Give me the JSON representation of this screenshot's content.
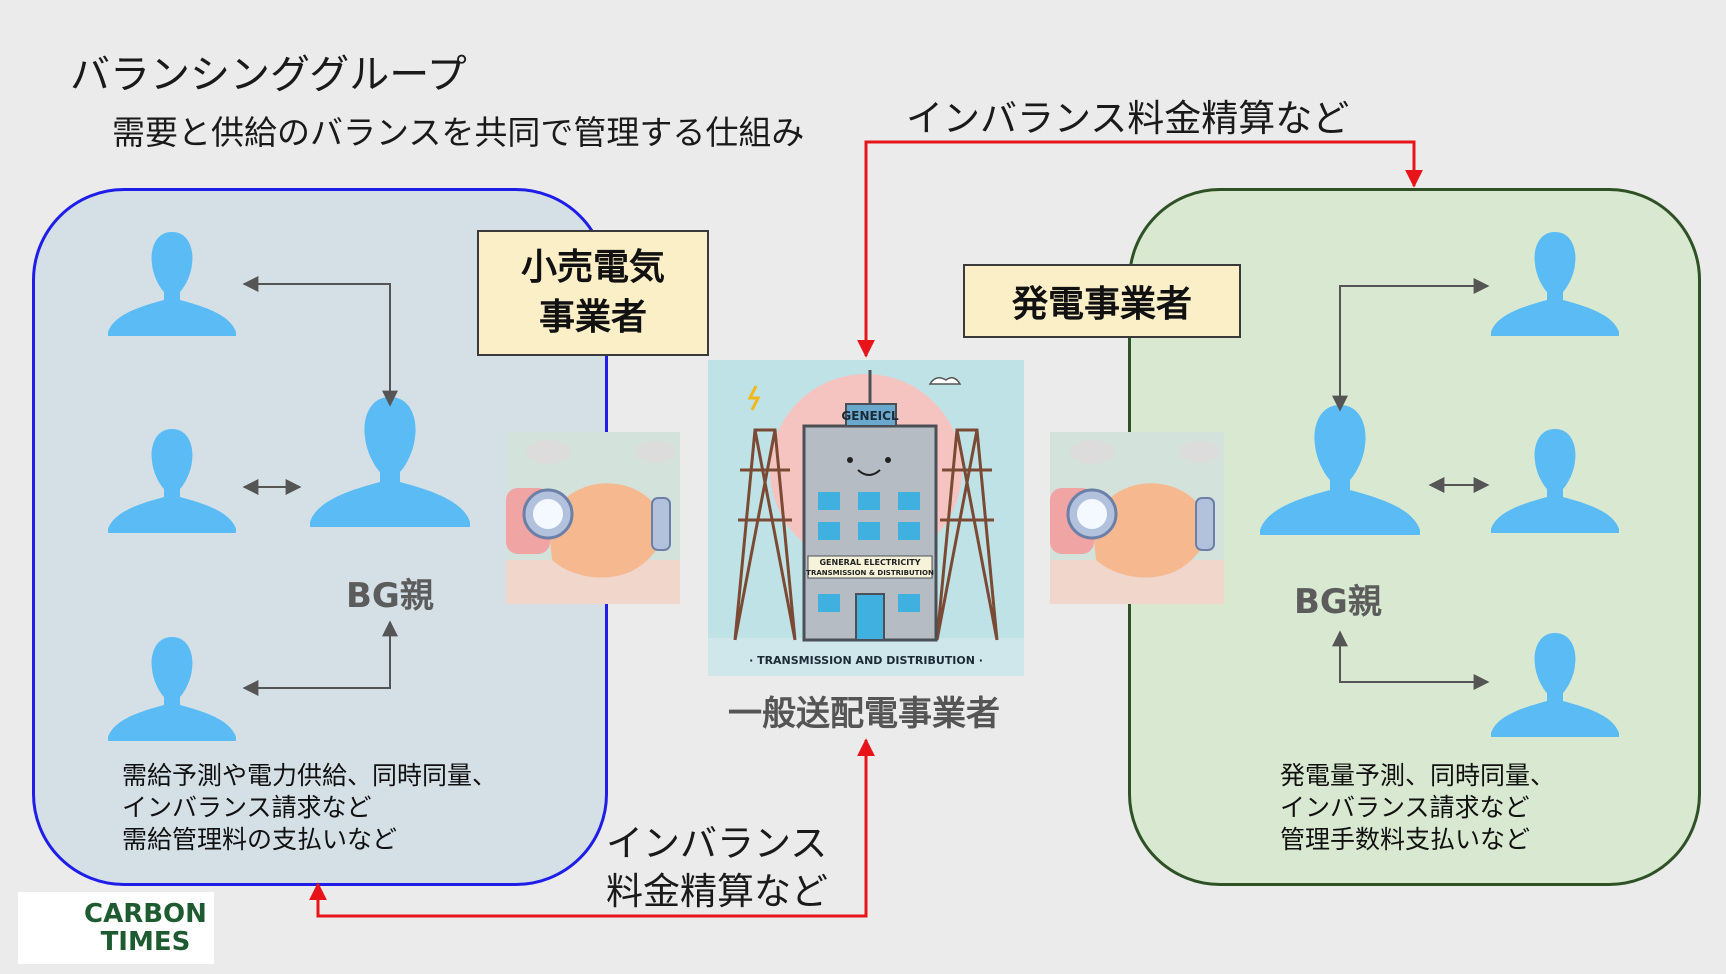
{
  "title": "バランシンググループ",
  "subtitle": "需要と供給のバランスを共同で管理する仕組み",
  "top_settlement_label": "インバランス料金精算など",
  "bottom_settlement_label": [
    "インバランス",
    "料金精算など"
  ],
  "retail": {
    "role_label": [
      "小売電気",
      "事業者"
    ],
    "bg_parent_label": "BG親",
    "notes": [
      "需給予測や電力供給、同時同量、",
      "インバランス請求など",
      "需給管理料の支払いなど"
    ]
  },
  "generator": {
    "role_label": "発電事業者",
    "bg_parent_label": "BG親",
    "notes": [
      "発電量予測、同時同量、",
      "インバランス請求など",
      "管理手数料支払いなど"
    ]
  },
  "transmission": {
    "label": "一般送配電事業者",
    "building_sign": "GENEICL",
    "building_banner": [
      "GENERAL ELECTRICITY",
      "TRANSMISSION & DISTRIBUTION"
    ],
    "footer_text": "· TRANSMISSION AND DISTRIBUTION ·"
  },
  "logo": {
    "line1": "CARBON",
    "line2": "TIMES"
  },
  "colors": {
    "person": "#5bbcf5",
    "left_border": "#1e1ee8",
    "right_border": "#2e5226",
    "settlement_arrow": "#e8141a",
    "label_bg": "#fbefc8"
  }
}
